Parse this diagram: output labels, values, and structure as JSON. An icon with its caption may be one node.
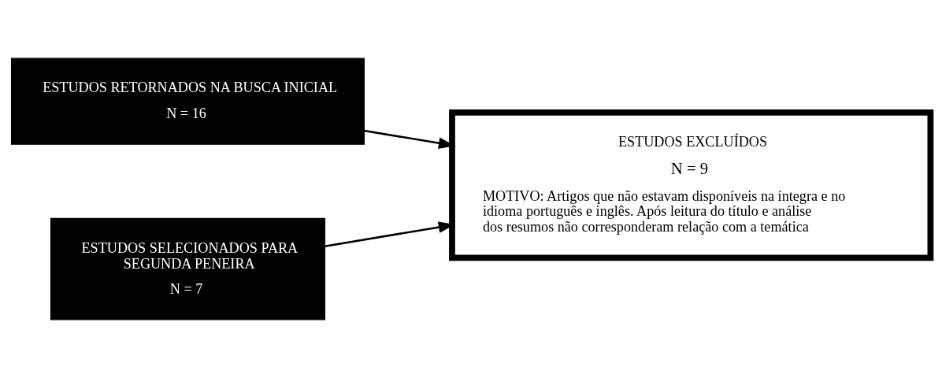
{
  "diagram": {
    "nodes": [
      {
        "text": [
          "ESTUDOS RETORNADOS NA BUSCA INICIAL",
          "N = 16"
        ]
      },
      {
        "text": [
          "ESTUDOS SELECIONADOS PARA SEGUNDA PENEIRA",
          "N = 7"
        ]
      },
      {
        "text": [
          "ESTUDOS EXCLUÍDOS",
          "N = 9",
          "MOTIVO: Artigos que não estavam disponíveis na íntegra e no idioma português e inglês. Após leitura do título e análise dos resumos não corresponderam relação com a temática"
        ]
      }
    ],
    "edges": [
      {
        "from": 0,
        "to": 2,
        "arrow": "to"
      },
      {
        "from": 1,
        "to": 2,
        "arrow": "to"
      }
    ]
  }
}
